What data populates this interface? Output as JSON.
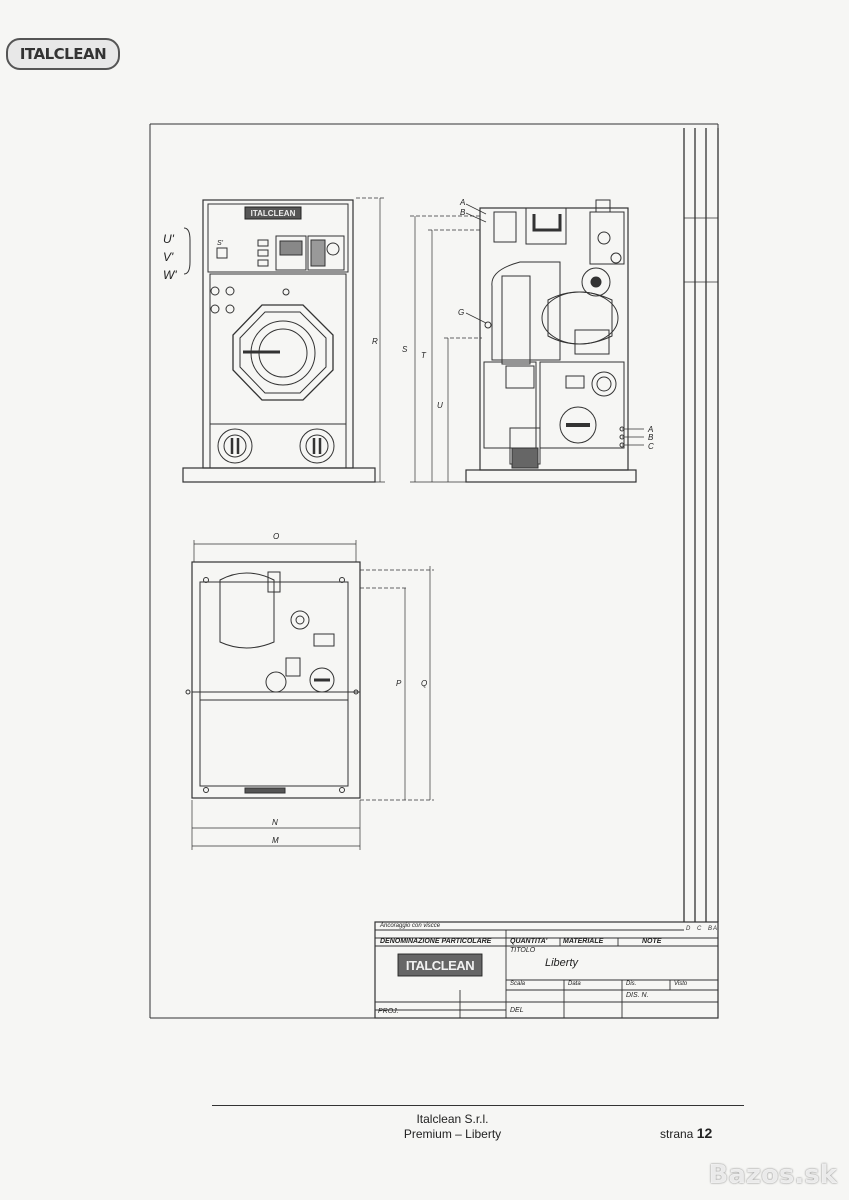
{
  "header": {
    "logo_text": "ITALCLEAN"
  },
  "front_view": {
    "panel_label": "ITALCLEAN",
    "side_labels": [
      "U'",
      "V'",
      "W'"
    ],
    "switch_label": "S'",
    "dim_R": "R"
  },
  "side_view": {
    "labels_top": [
      "A",
      "B"
    ],
    "label_G": "G",
    "labels_right": [
      "A",
      "B",
      "C"
    ],
    "dims": [
      "S",
      "T",
      "U"
    ]
  },
  "top_view": {
    "dims": {
      "O": "O",
      "P": "P",
      "Q": "Q",
      "N": "N",
      "M": "M"
    }
  },
  "revision_columns": [
    "D",
    "C",
    "B",
    "A"
  ],
  "title_block": {
    "anchor_note": "Ancoraggio con viscce",
    "col_denominazione": "DENOMINAZIONE PARTICOLARE",
    "col_quantita": "QUANTITA'",
    "col_materiale": "MATERIALE",
    "col_note": "NOTE",
    "logo_text": "ITALCLEAN",
    "titolo_label": "TITOLO",
    "titolo_value": "Liberty",
    "scala_label": "Scala",
    "data_label": "Data",
    "dis_label": "Dis.",
    "visto_label": "Visto",
    "disn_label": "DIS. N.",
    "proj_label": "PROJ.",
    "del_label": "DEL"
  },
  "footer": {
    "company": "Italclean S.r.l.",
    "product": "Premium – Liberty",
    "page_prefix": "strana",
    "page_number": "12"
  },
  "watermark": {
    "text": "Bazos.sk"
  }
}
